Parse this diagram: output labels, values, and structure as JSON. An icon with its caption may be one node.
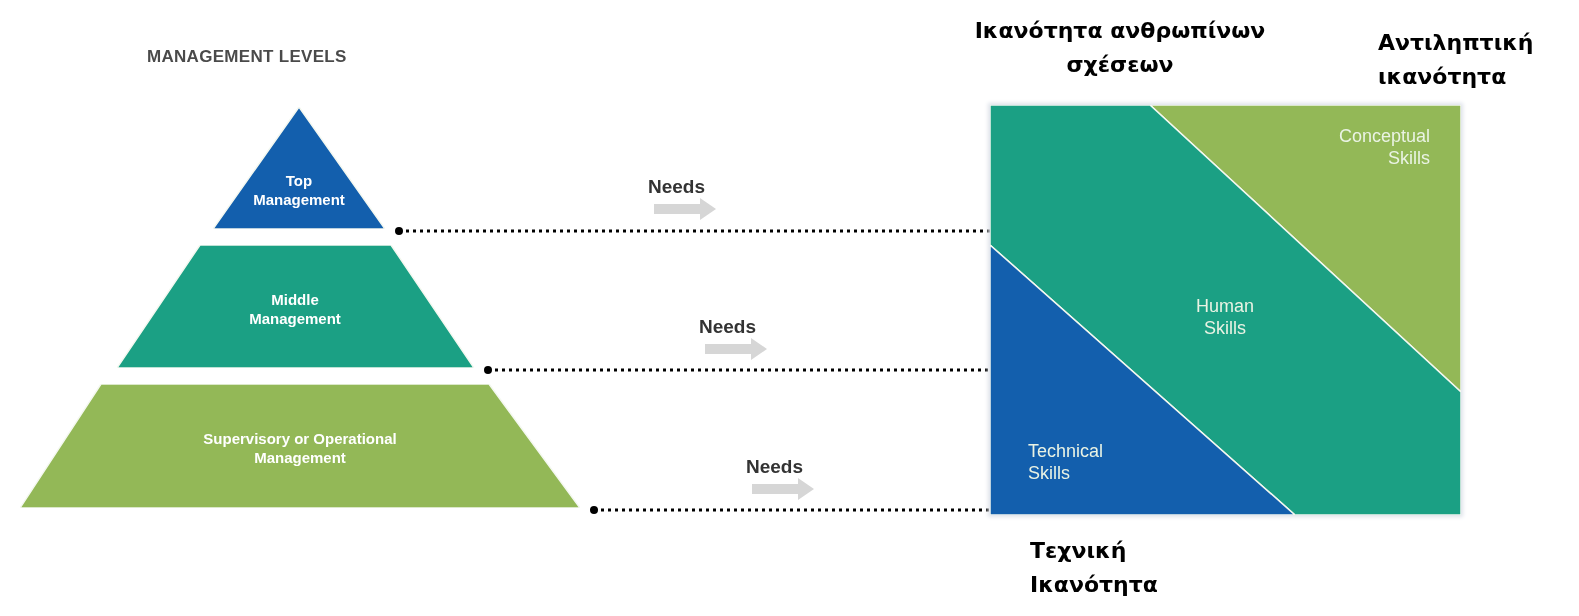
{
  "diagram": {
    "title": "MANAGEMENT LEVELS",
    "nodes": [
      {
        "text": [
          "Top Management"
        ]
      },
      {
        "text": [
          "Middle Management"
        ]
      },
      {
        "text": [
          "Supervisory or Operational Management"
        ]
      },
      {
        "text": [],
        "shape": "box"
      },
      {
        "text": [
          "Conceptual Skills"
        ],
        "in": 3,
        "beside": [
          "Αντιληπτική ικανότητα"
        ]
      },
      {
        "text": [
          "Human Skills"
        ],
        "in": 3,
        "beside": [
          "Ικανότητα ανθρωπίνων σχέσεων"
        ]
      },
      {
        "text": [
          "Technical Skills"
        ],
        "in": 3,
        "beside": [
          "Τεχνική Ικανότητα"
        ]
      }
    ],
    "edges": [
      {
        "from": 0,
        "to": 3,
        "arrow": "other",
        "label": "Needs"
      },
      {
        "from": 1,
        "to": 3,
        "arrow": "other",
        "label": "Needs"
      },
      {
        "from": 2,
        "to": 3,
        "arrow": "other",
        "label": "Needs"
      }
    ]
  }
}
